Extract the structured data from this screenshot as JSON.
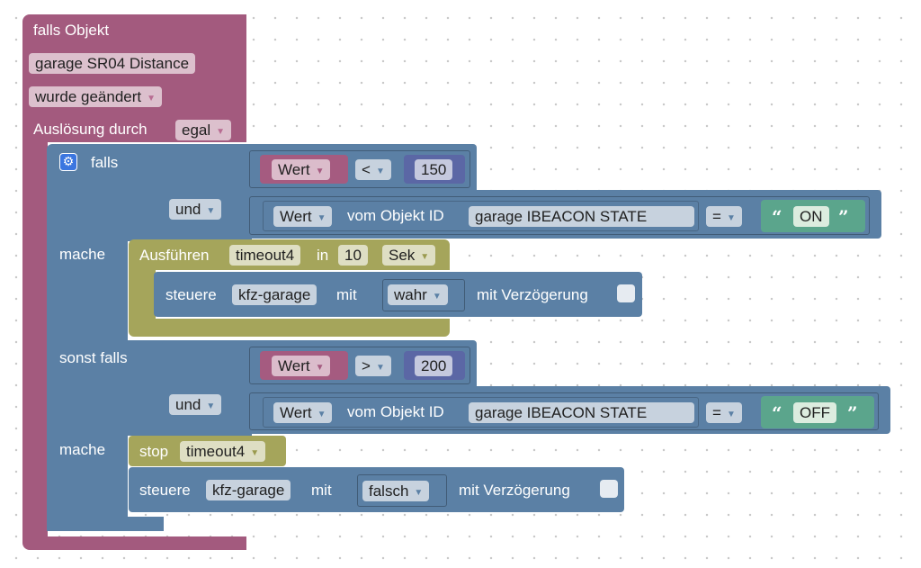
{
  "event": {
    "title": "falls Objekt",
    "object_id": "garage SR04  Distance",
    "trigger_mode": "wurde geändert",
    "ack_label": "Auslösung durch",
    "ack_value": "egal"
  },
  "if_block": {
    "if_label": "falls",
    "do_label": "mache",
    "elseif_label": "sonst falls",
    "do2_label": "mache"
  },
  "cond1": {
    "left_var": "Wert",
    "operator": "<",
    "number": "150",
    "and_label": "und",
    "get_attr": "Wert",
    "from_object_label": "vom Objekt ID",
    "object_id": "garage IBEACON  STATE",
    "compare_op": "=",
    "text_value": "ON"
  },
  "do1": {
    "timeout_label": "Ausführen",
    "timeout_name": "timeout4",
    "in_label": "in",
    "delay": "10",
    "unit": "Sek",
    "control_label": "steuere",
    "control_target": "kfz-garage",
    "with_label": "mit",
    "value": "wahr",
    "delay_label": "mit Verzögerung"
  },
  "cond2": {
    "left_var": "Wert",
    "operator": ">",
    "number": "200",
    "and_label": "und",
    "get_attr": "Wert",
    "from_object_label": "vom Objekt ID",
    "object_id": "garage IBEACON  STATE",
    "compare_op": "=",
    "text_value": "OFF"
  },
  "do2": {
    "stop_label": "stop",
    "timeout_name": "timeout4",
    "control_label": "steuere",
    "control_target": "kfz-garage",
    "with_label": "mit",
    "value": "falsch",
    "delay_label": "mit Verzögerung"
  },
  "colors": {
    "event_block": "#a35a7e",
    "logic_block": "#5b80a5",
    "timeout_block": "#a5a55b",
    "variable_block": "#a55b80",
    "math_block": "#5b67a5",
    "text_block": "#5ba58c"
  },
  "icons": {
    "mutator": "gear-icon",
    "dropdown": "dropdown-arrow-icon",
    "quote_open": "quote-open-icon",
    "quote_close": "quote-close-icon"
  }
}
